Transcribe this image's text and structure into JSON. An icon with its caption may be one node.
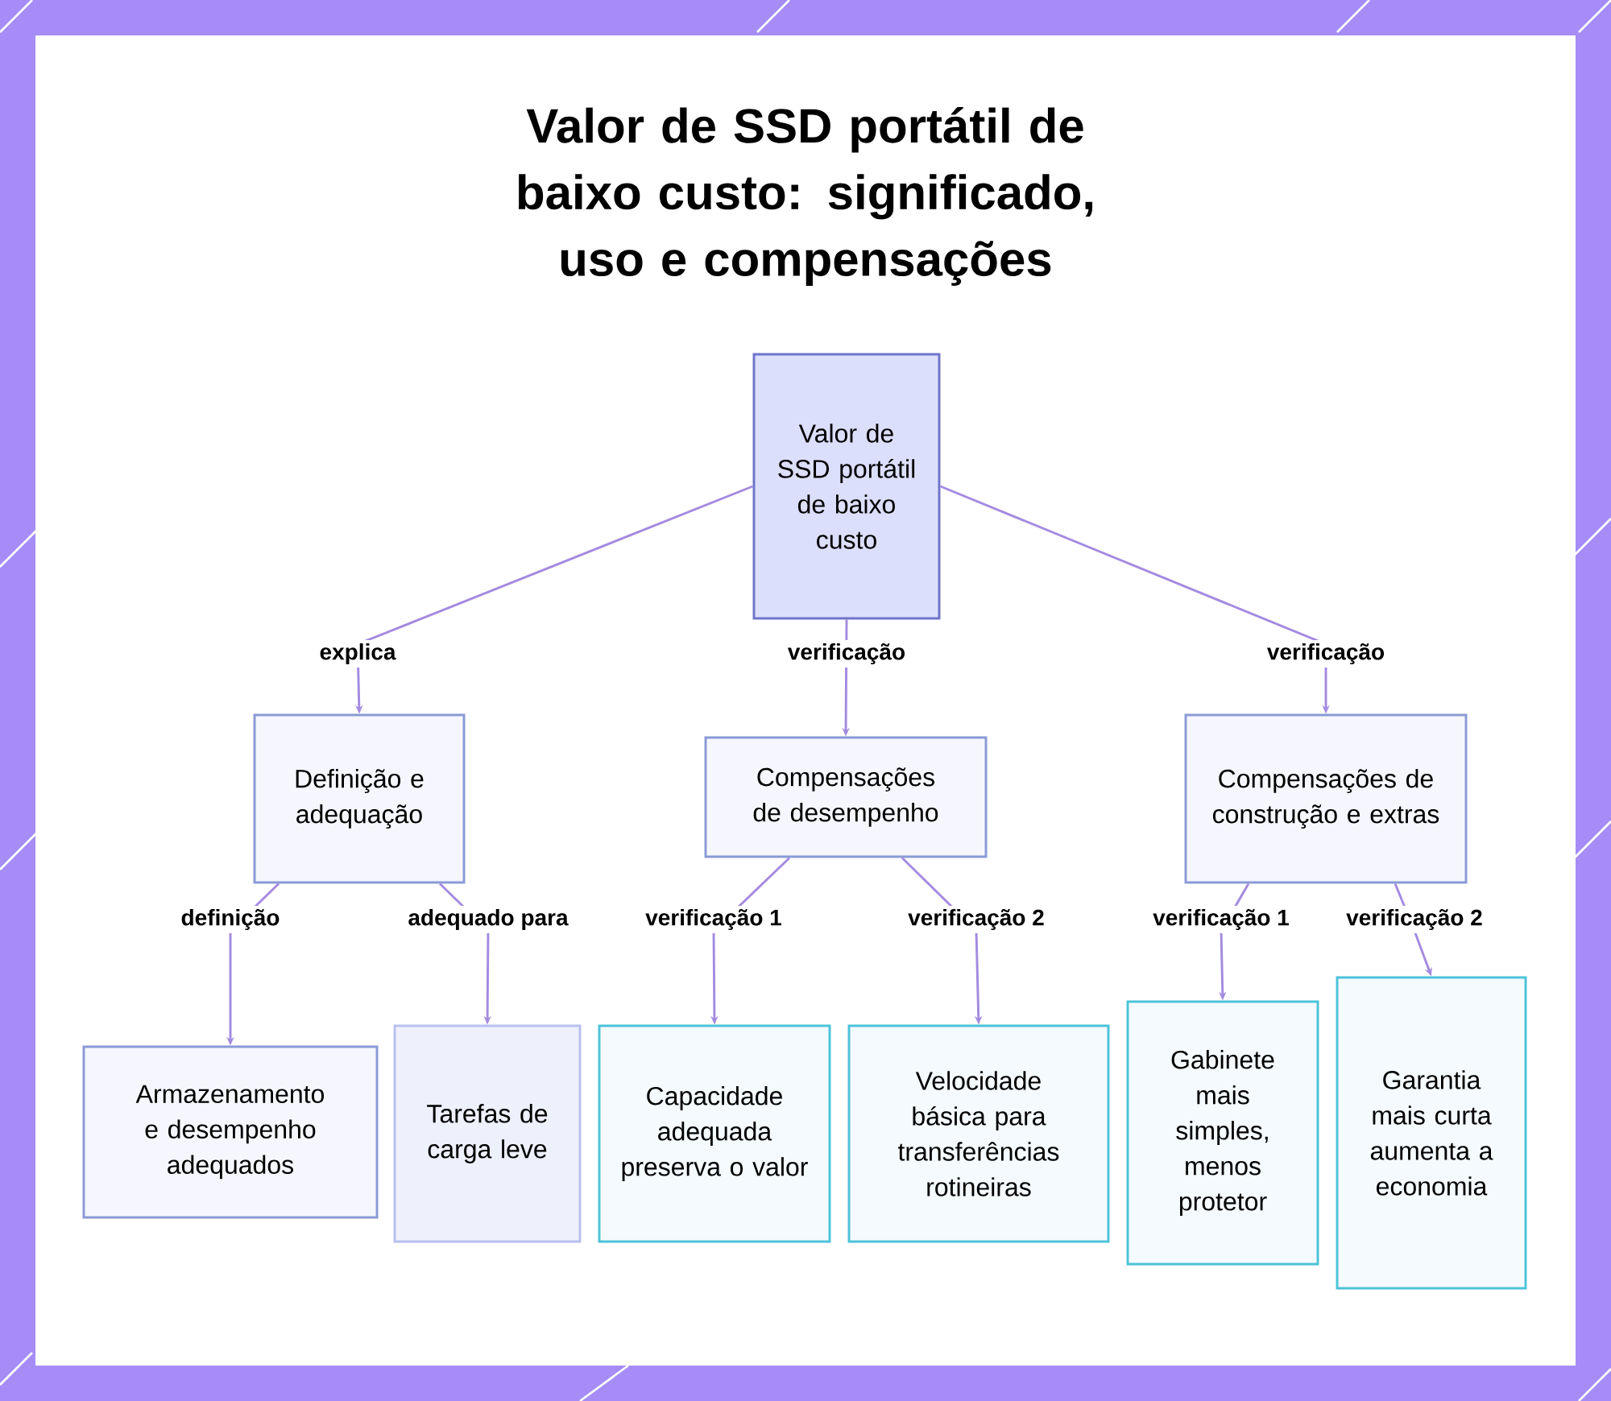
{
  "diagram": {
    "title": "Valor de SSD portátil de baixo custo: significado, uso e compensações",
    "nodes": [
      {
        "text": [
          "Valor de SSD portátil de baixo custo"
        ]
      },
      {
        "text": [
          "Definição e adequação"
        ]
      },
      {
        "text": [
          "Compensações de desempenho"
        ]
      },
      {
        "text": [
          "Compensações de construção e extras"
        ]
      },
      {
        "text": [
          "Armazenamento e desempenho adequados"
        ]
      },
      {
        "text": [
          "Tarefas de carga leve"
        ]
      },
      {
        "text": [
          "Capacidade adequada preserva o valor"
        ]
      },
      {
        "text": [
          "Velocidade básica para transferências rotineiras"
        ]
      },
      {
        "text": [
          "Gabinete mais simples, menos protetor"
        ]
      },
      {
        "text": [
          "Garantia mais curta aumenta a economia"
        ]
      }
    ],
    "edges": [
      {
        "from": 0,
        "to": 1,
        "arrow": "to",
        "label": "explica"
      },
      {
        "from": 0,
        "to": 2,
        "arrow": "to",
        "label": "verificação"
      },
      {
        "from": 0,
        "to": 3,
        "arrow": "to",
        "label": "verificação"
      },
      {
        "from": 1,
        "to": 4,
        "arrow": "to",
        "label": "definição"
      },
      {
        "from": 1,
        "to": 5,
        "arrow": "to",
        "label": "adequado para"
      },
      {
        "from": 2,
        "to": 6,
        "arrow": "to",
        "label": "verificação 1"
      },
      {
        "from": 2,
        "to": 7,
        "arrow": "to",
        "label": "verificação 2"
      },
      {
        "from": 3,
        "to": 8,
        "arrow": "to",
        "label": "verificação 1"
      },
      {
        "from": 3,
        "to": 9,
        "arrow": "to",
        "label": "verificação 2"
      }
    ]
  }
}
